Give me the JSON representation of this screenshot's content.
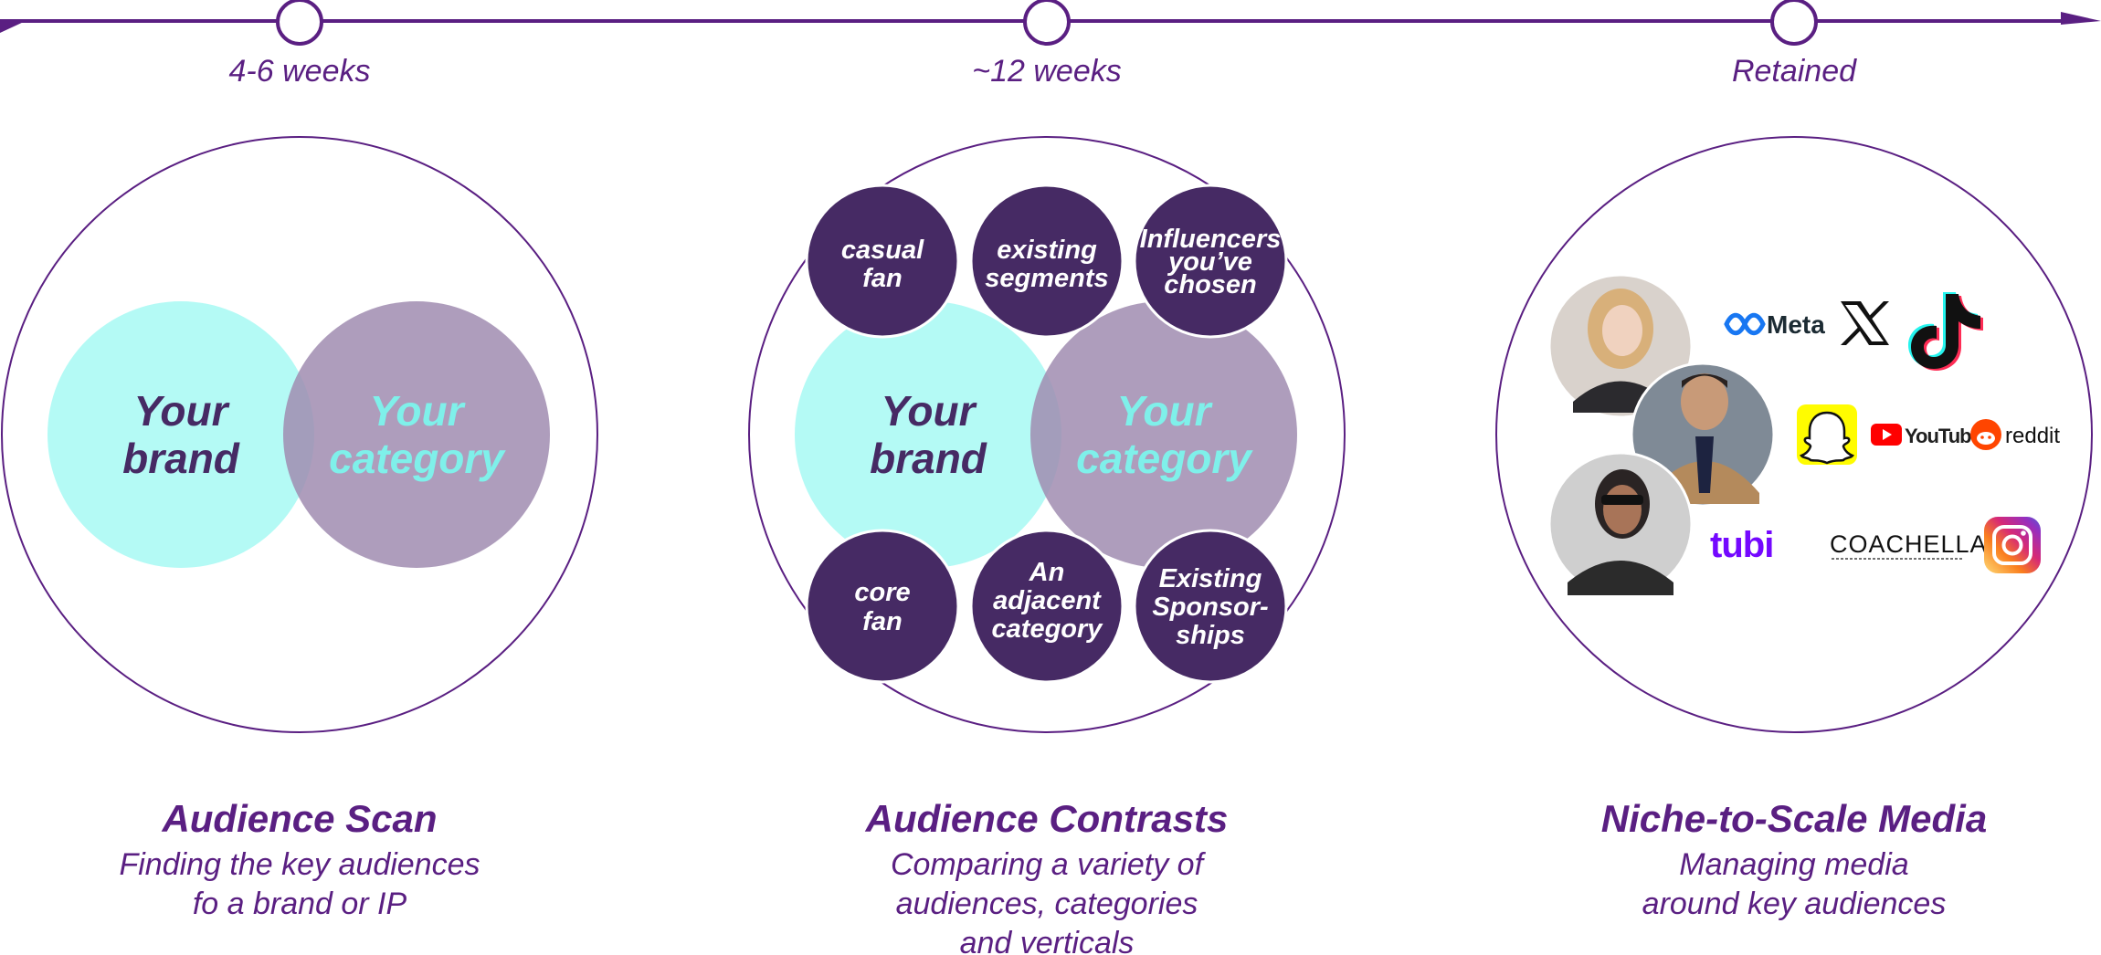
{
  "timeline": {
    "milestones": [
      "4-6 weeks",
      "~12 weeks",
      "Retained"
    ]
  },
  "stages": [
    {
      "title": "Audience Scan",
      "description": [
        "Finding the key audiences",
        "fo a brand or IP"
      ],
      "venn": {
        "left": [
          "Your",
          "brand"
        ],
        "right": [
          "Your",
          "category"
        ]
      }
    },
    {
      "title": "Audience Contrasts",
      "description": [
        "Comparing a variety of",
        "audiences, categories",
        "and verticals"
      ],
      "venn": {
        "left": [
          "Your",
          "brand"
        ],
        "right": [
          "Your",
          "category"
        ]
      },
      "bubbles_top": [
        [
          "casual",
          "fan"
        ],
        [
          "existing",
          "segments"
        ],
        [
          "Influencers",
          "you’ve",
          "chosen"
        ]
      ],
      "bubbles_bottom": [
        [
          "core",
          "fan"
        ],
        [
          "An",
          "adjacent",
          "category"
        ],
        [
          "Existing",
          "Sponsor-",
          "ships"
        ]
      ]
    },
    {
      "title": "Niche-to-Scale Media",
      "description": [
        "Managing media",
        "around key audiences"
      ],
      "logos": {
        "meta": "Meta",
        "x": "X",
        "tiktok": "TikTok",
        "snapchat": "Snapchat",
        "youtube": "YouTube",
        "reddit": "reddit",
        "tubi": "tubi",
        "coachella": "COACHELLA",
        "instagram": "Instagram"
      }
    }
  ],
  "colors": {
    "purple": "#5a1f82",
    "dark_bubble": "#462a64",
    "cyan": "#b4faf5",
    "mauve": "#a08cb0",
    "cyan_text": "#7ff0ea"
  }
}
